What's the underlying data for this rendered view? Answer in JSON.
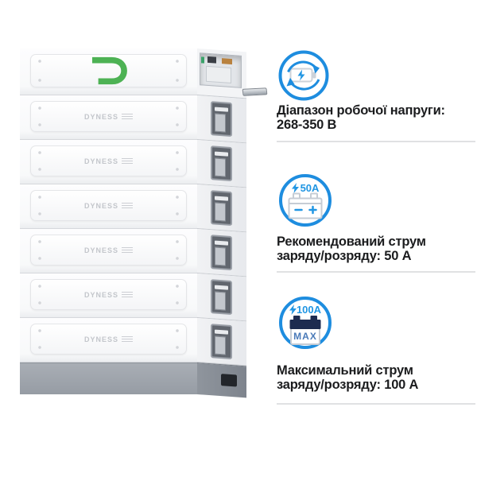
{
  "product": {
    "brand": "Dyness",
    "logo_letter": "D",
    "module_label": "DYNESS",
    "module_count": 7,
    "description": "stacked-battery-tower"
  },
  "features": [
    {
      "icon": "battery-cycle-icon",
      "lines": [
        "Діапазон робочої напруги:",
        "268-350 В"
      ]
    },
    {
      "icon": "battery-current-50a-icon",
      "badge": "50A",
      "lines": [
        "Рекомендований струм",
        "заряду/розряду: 50 А"
      ]
    },
    {
      "icon": "battery-current-100a-max-icon",
      "badge": "100A",
      "badge2": "MAX",
      "lines": [
        "Максимальний струм",
        "заряду/розряду: 100 А"
      ]
    }
  ],
  "colors": {
    "accent_blue": "#1e8ddf",
    "badge_blue": "#2196e3",
    "navy": "#1d2b50",
    "brand_green": "#4db254",
    "text": "#1b1c1e",
    "divider": "#e0e1e3",
    "base_gray": "#9ba1a9"
  }
}
